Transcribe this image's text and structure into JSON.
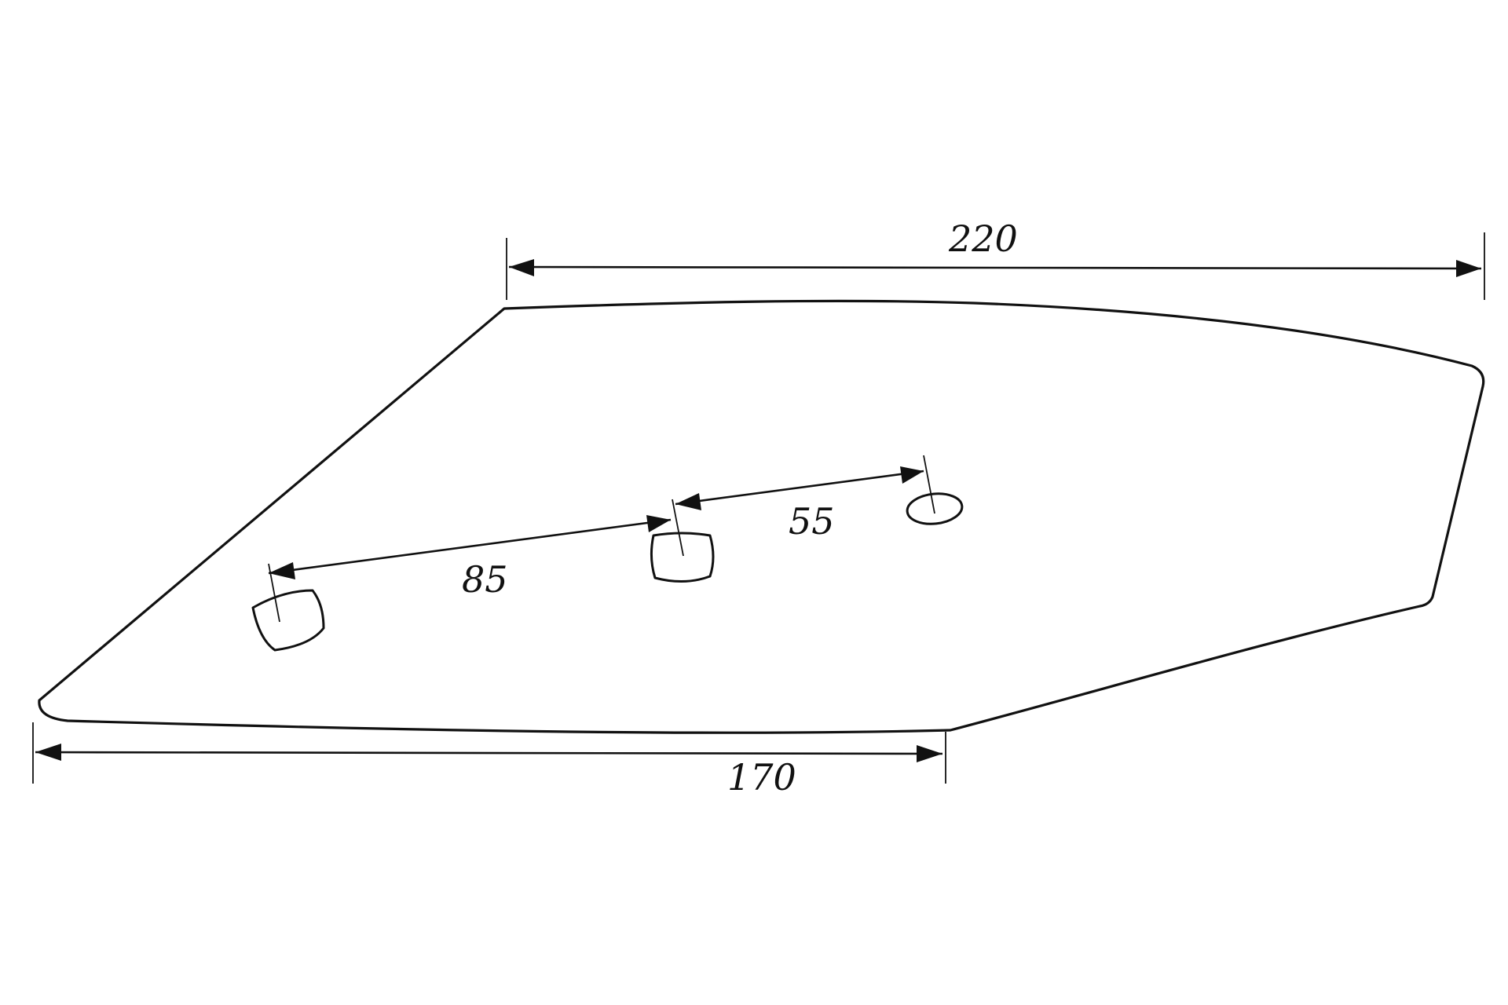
{
  "diagram": {
    "dimensions": {
      "top_width": "220",
      "bottom_width": "170",
      "hole_spacing_left": "85",
      "hole_spacing_right": "55"
    },
    "colors": {
      "stroke": "#111111",
      "background": "#ffffff"
    }
  }
}
